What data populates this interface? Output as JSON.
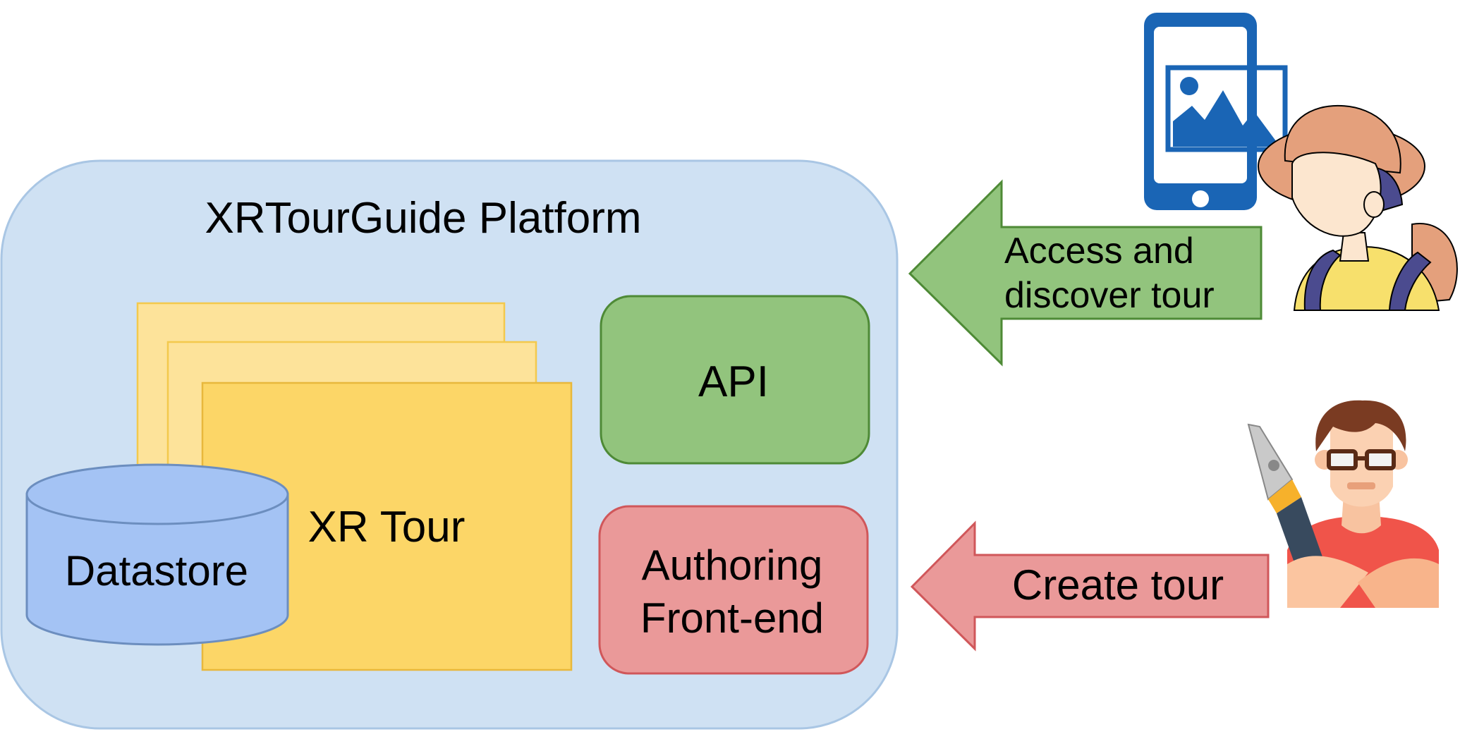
{
  "platform": {
    "title": "XRTourGuide Platform"
  },
  "components": {
    "xr_tour": "XR Tour",
    "datastore": "Datastore",
    "api": "API",
    "authoring_line1": "Authoring",
    "authoring_line2": "Front-end"
  },
  "arrows": {
    "access_line1": "Access and",
    "access_line2": "discover tour",
    "create": "Create tour"
  },
  "icons": {
    "tourist": "tourist-with-phone-icon",
    "author": "author-with-pen-icon"
  },
  "colors": {
    "platform_fill": "#cfe1f3",
    "platform_stroke": "#a9c6e4",
    "tour_fill": "#fcd667",
    "tour_back_fill": "#fde39a",
    "datastore_fill": "#a4c3f4",
    "datastore_stroke": "#6c8ebf",
    "api_fill": "#92c47d",
    "api_stroke": "#4e8a36",
    "authoring_fill": "#ea9999",
    "authoring_stroke": "#d0575a"
  }
}
